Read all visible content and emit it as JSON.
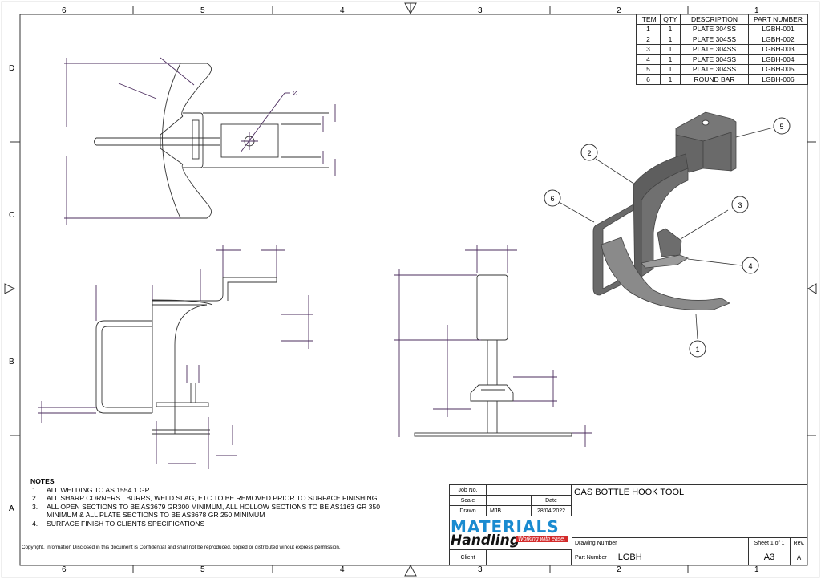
{
  "zones": {
    "columns": [
      "6",
      "5",
      "4",
      "3",
      "2",
      "1"
    ],
    "rows": [
      "D",
      "C",
      "B",
      "A"
    ]
  },
  "bom": {
    "headers": [
      "ITEM",
      "QTY",
      "DESCRIPTION",
      "PART NUMBER"
    ],
    "rows": [
      [
        "1",
        "1",
        "PLATE 304SS",
        "LGBH-001"
      ],
      [
        "2",
        "1",
        "PLATE 304SS",
        "LGBH-002"
      ],
      [
        "3",
        "1",
        "PLATE 304SS",
        "LGBH-003"
      ],
      [
        "4",
        "1",
        "PLATE 304SS",
        "LGBH-004"
      ],
      [
        "5",
        "1",
        "PLATE 304SS",
        "LGBH-005"
      ],
      [
        "6",
        "1",
        "ROUND BAR",
        "LGBH-006"
      ]
    ]
  },
  "balloons": [
    "1",
    "2",
    "3",
    "4",
    "5",
    "6"
  ],
  "diameter_symbol": "Ø",
  "notes": {
    "title": "NOTES",
    "items": [
      {
        "num": "1.",
        "text": "ALL WELDING TO AS 1554.1 GP"
      },
      {
        "num": "2.",
        "text": "ALL SHARP CORNERS , BURRS, WELD SLAG, ETC TO BE REMOVED PRIOR TO SURFACE FINISHING"
      },
      {
        "num": "3.",
        "text": "ALL OPEN SECTIONS TO BE AS3679 GR300 MINIMUM, ALL HOLLOW SECTIONS TO BE AS1163 GR 350 MINIMUM & ALL PLATE SECTIONS TO BE AS3678 GR 250 MINIMUM"
      },
      {
        "num": "4.",
        "text": "SURFACE FINISH TO CLIENTS SPECIFICATIONS"
      }
    ]
  },
  "copyright": "Copyright. Information Disclosed in this document is Confidential and shall not be reproduced, copied or distributed wihout express permission.",
  "title_block": {
    "job_no_label": "Job No.",
    "scale_label": "Scale",
    "date_label": "Date",
    "drawn_label": "Drawn",
    "drawn_by": "MJB",
    "date": "28/04/2022",
    "title": "GAS BOTTLE HOOK TOOL",
    "logo_line1": "MATERIALS",
    "logo_line2": "Handling",
    "logo_tagline": "Working with ease.",
    "drawing_number_label": "Drawing Number",
    "sheet_label": "Sheet 1  of  1",
    "rev_label": "Rev.",
    "client_label": "Client",
    "part_number_label": "Part Number",
    "part_number": "LGBH",
    "size": "A3",
    "rev": "A"
  },
  "colors": {
    "line": "#333333",
    "dimension": "#4b2c5e",
    "model": "#6e6e6e",
    "logo_blue": "#1a8bd0",
    "logo_red": "#d32b2b"
  }
}
